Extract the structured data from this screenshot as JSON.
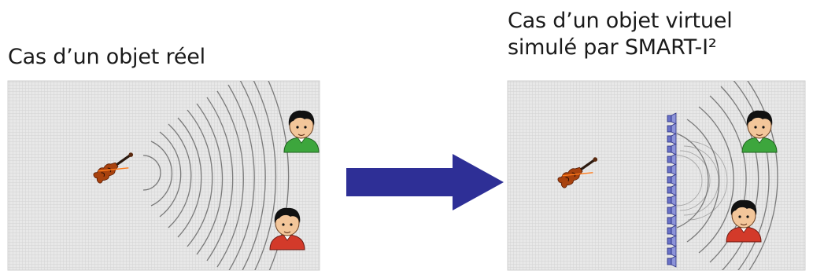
{
  "left_panel": {
    "title": "Cas d’un objet réel"
  },
  "right_panel": {
    "title_line1": "Cas d’un objet virtuel",
    "title_line2": "simulé par SMART-I²"
  },
  "colors": {
    "panel_bg": "#e6e6e6",
    "grid_line": "#d3d3d3",
    "wave": "#7a7a7a",
    "arrow": "#2e2f96",
    "speaker": "#4a52b0",
    "listener_green": "#3da63d",
    "listener_red": "#d33a2a",
    "violin": "#a8420e"
  },
  "icons": [
    "violin-icon",
    "listener-icon",
    "loudspeaker-icon",
    "arrow-icon"
  ]
}
